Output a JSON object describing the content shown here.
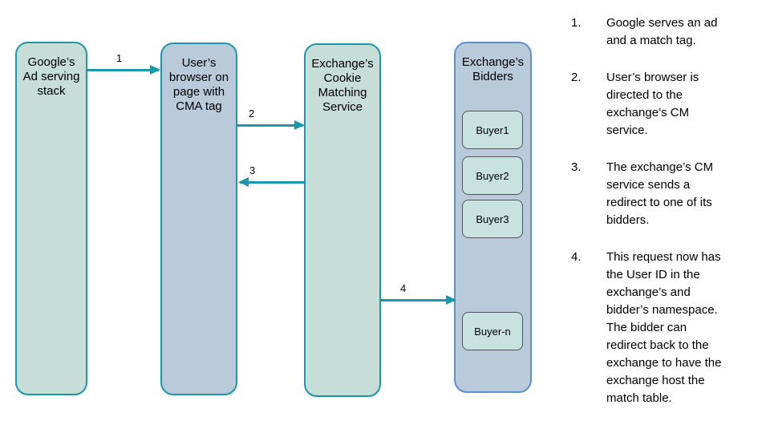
{
  "diagram": {
    "columns": [
      {
        "id": "google-ad-stack",
        "label": "Google’s\nAd serving\nstack"
      },
      {
        "id": "user-browser",
        "label": "User’s\nbrowser on\npage with\nCMA tag"
      },
      {
        "id": "exchange-cm-service",
        "label": "Exchange’s\nCookie\nMatching\nService"
      },
      {
        "id": "exchange-bidders",
        "label": "Exchange’s\nBidders",
        "buyers": [
          "Buyer1",
          "Buyer2",
          "Buyer3",
          "Buyer-n"
        ]
      }
    ],
    "arrows": [
      {
        "label": "1",
        "from": "google-ad-stack",
        "to": "user-browser",
        "direction": "right"
      },
      {
        "label": "2",
        "from": "user-browser",
        "to": "exchange-cm-service",
        "direction": "right"
      },
      {
        "label": "3",
        "from": "exchange-cm-service",
        "to": "user-browser",
        "direction": "left"
      },
      {
        "label": "4",
        "from": "exchange-cm-service",
        "to": "exchange-bidders",
        "direction": "right"
      }
    ],
    "colors": {
      "teal_border": "#1b97a9",
      "green_fill": "#c6ded7",
      "blue_fill": "#b9cada",
      "blue_border": "#5e90d2",
      "buyer_fill": "#c8e3df",
      "buyer_border": "#555555",
      "arrow": "#1b97a9",
      "text": "#000000",
      "background": "#ffffff"
    }
  },
  "steps": [
    {
      "number": "1.",
      "text": "Google serves an ad\nand a match tag."
    },
    {
      "number": "2.",
      "text": "User’s browser is\ndirected to the\nexchange’s CM\nservice."
    },
    {
      "number": "3.",
      "text": "The exchange’s CM\nservice sends a\nredirect to one of its\nbidders."
    },
    {
      "number": "4.",
      "text": "This request now has\nthe User ID in the\nexchange’s and\nbidder’s namespace.\nThe bidder can\nredirect back to the\nexchange to have the\nexchange host the\nmatch table."
    }
  ]
}
